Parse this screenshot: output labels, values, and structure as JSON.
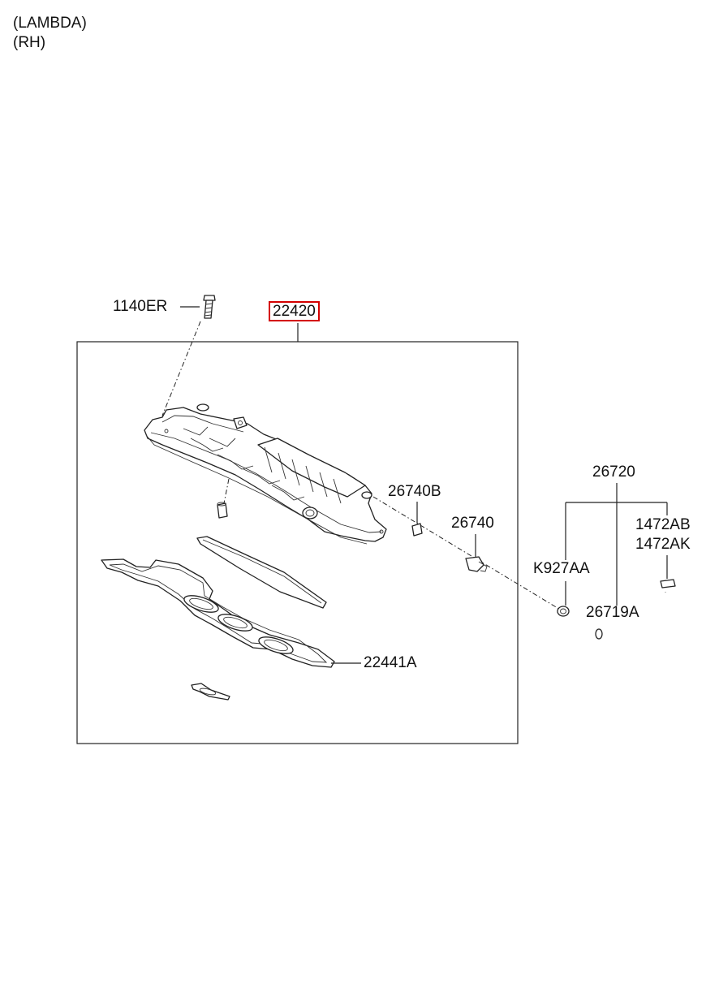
{
  "notes": [
    "(LAMBDA)",
    "(RH)"
  ],
  "callouts": {
    "bolt": "1140ER",
    "cover_assy": "22420",
    "pcv_grommet": "26740B",
    "pcv_valve": "26740",
    "breather_hose_assy": "26720",
    "clamp_1": "1472AB",
    "clamp_2": "1472AK",
    "clamp_3": "K927AA",
    "hose": "26719A",
    "gasket": "22441A"
  },
  "highlight_color": "#d40000"
}
